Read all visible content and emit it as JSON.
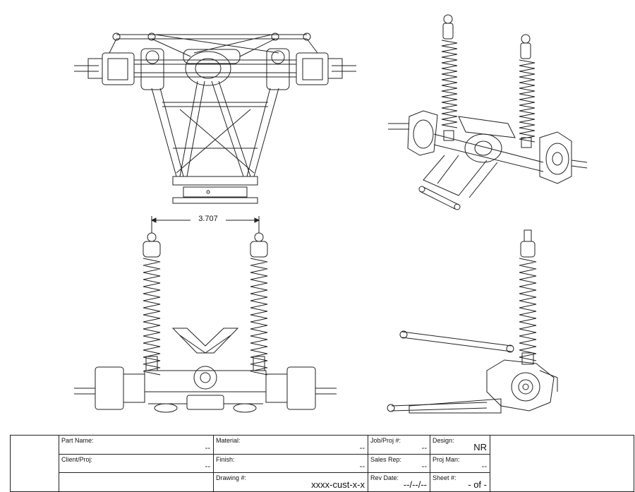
{
  "drawing": {
    "dimension": "3.707"
  },
  "title_block": {
    "part_name": {
      "label": "Part Name:",
      "value": "--"
    },
    "material": {
      "label": "Material:",
      "value": "--"
    },
    "job_proj": {
      "label": "Job/Proj #:",
      "value": "--"
    },
    "design": {
      "label": "Design:",
      "value": "NR"
    },
    "client_proj": {
      "label": "Client/Proj:",
      "value": "--"
    },
    "finish": {
      "label": "Finish:",
      "value": "--"
    },
    "sales_rep": {
      "label": "Sales Rep:",
      "value": "--"
    },
    "proj_man": {
      "label": "Proj Man:",
      "value": "--"
    },
    "drawing_no": {
      "label": "Drawing #:",
      "value": "xxxx-cust-x-x"
    },
    "rev_date": {
      "label": "Rev Date:",
      "value": "--/--/--"
    },
    "sheet": {
      "label": "Sheet #:",
      "value": "- of -"
    }
  }
}
